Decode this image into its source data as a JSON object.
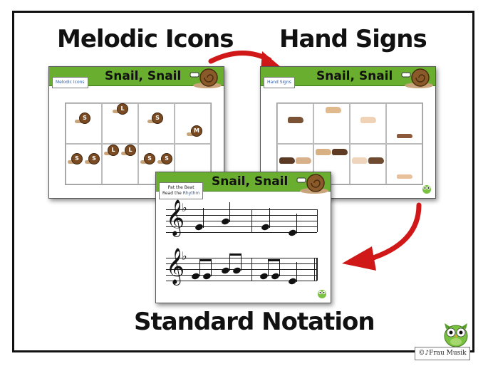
{
  "titles": {
    "melodic_icons": "Melodic Icons",
    "hand_signs": "Hand Signs",
    "standard_notation": "Standard Notation"
  },
  "slide_melodic": {
    "title": "Snail, Snail",
    "tag": "Melodic Icons",
    "icon_letters": [
      "S",
      "L",
      "S",
      "M",
      "S",
      "S",
      "L",
      "L",
      "S",
      "S"
    ]
  },
  "slide_hands": {
    "title": "Snail, Snail",
    "tag": "Hand Signs"
  },
  "slide_notation": {
    "title": "Snail, Snail",
    "tag_line1": "Pat the Beat",
    "tag_line2_prefix": "Read the ",
    "tag_line2_highlight": "Rhythm",
    "clef_symbol": "𝄞",
    "flat_symbol": "♭"
  },
  "brand": {
    "label": "©♪Frau Musik"
  },
  "colors": {
    "header_green": "#6aae2f",
    "arrow_red": "#d01818",
    "snail_brown": "#7a4a22",
    "rhythm_blue": "#2d5ba8"
  }
}
